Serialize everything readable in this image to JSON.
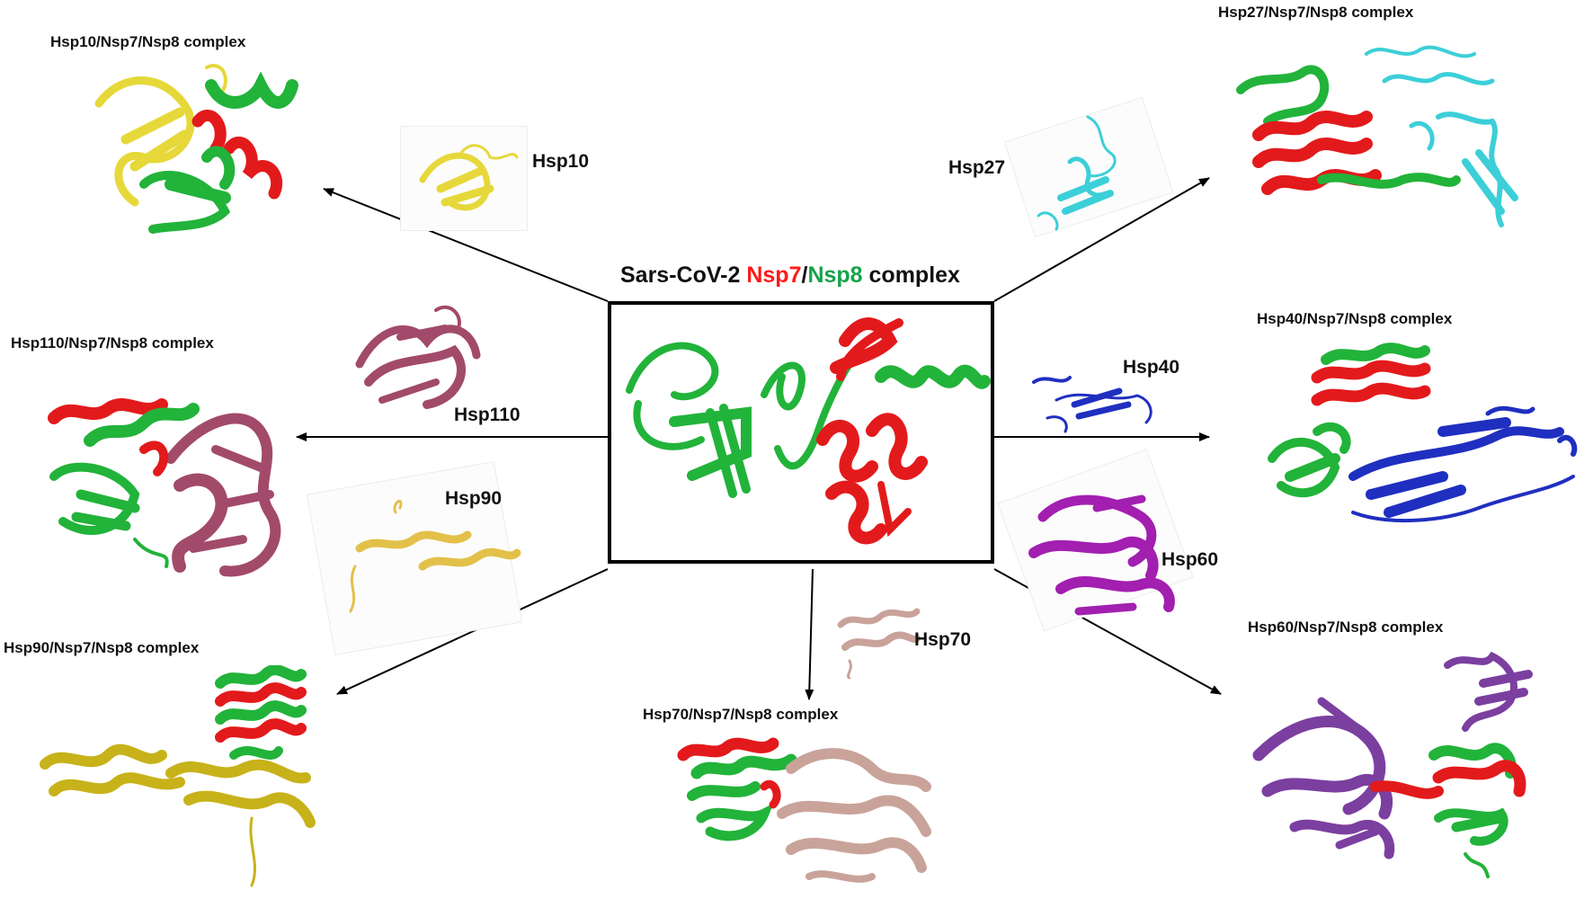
{
  "center": {
    "title_prefix": "Sars-CoV-2 ",
    "nsp7": "Nsp7",
    "slash": "/",
    "nsp8": "Nsp8",
    "title_suffix": " complex"
  },
  "proteins": {
    "hsp10": "Hsp10",
    "hsp27": "Hsp27",
    "hsp40": "Hsp40",
    "hsp60": "Hsp60",
    "hsp70": "Hsp70",
    "hsp90": "Hsp90",
    "hsp110": "Hsp110"
  },
  "complexes": {
    "hsp10": "Hsp10/Nsp7/Nsp8 complex",
    "hsp27": "Hsp27/Nsp7/Nsp8 complex",
    "hsp40": "Hsp40/Nsp7/Nsp8 complex",
    "hsp60": "Hsp60/Nsp7/Nsp8 complex",
    "hsp70": "Hsp70/Nsp7/Nsp8 complex",
    "hsp90": "Hsp90/Nsp7/Nsp8 complex",
    "hsp110": "Hsp110/Nsp7/Nsp8 complex"
  },
  "colors": {
    "nsp7": "#e31a1c",
    "nsp8": "#22b33a",
    "hsp10": "#e6d83a",
    "hsp27": "#3ccfd8",
    "hsp40": "#1f2fc0",
    "hsp60": "#a21fb0",
    "hsp60_complex": "#7b3fa0",
    "hsp70": "#c9a39a",
    "hsp90": "#e3c04a",
    "hsp90_complex": "#c7b21a",
    "hsp110": "#a24a6a"
  }
}
